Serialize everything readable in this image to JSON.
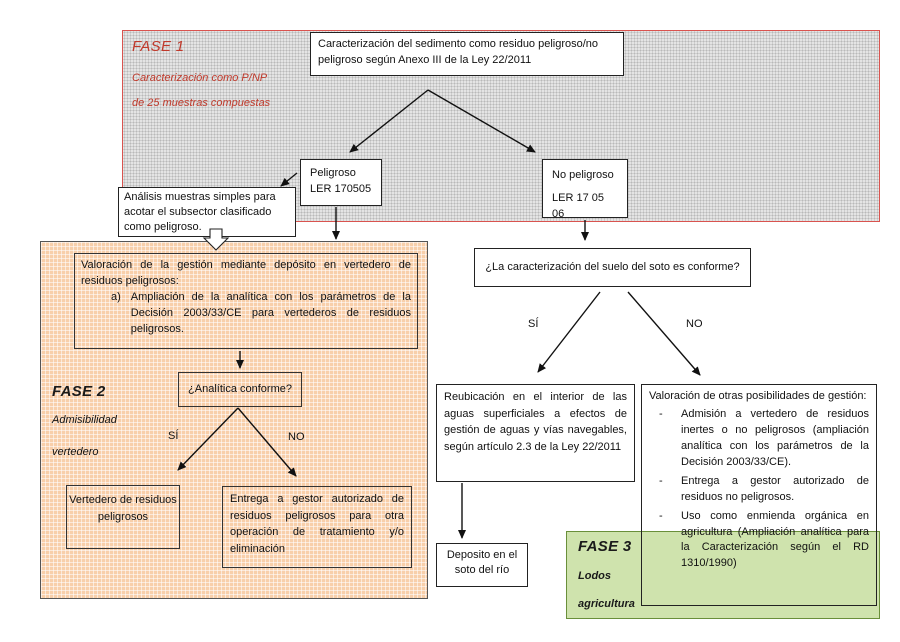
{
  "fase1": {
    "title": "FASE 1",
    "subtitle1": "Caracterización como P/NP",
    "subtitle2": "de 25 muestras compuestas",
    "main_box": "Caracterización del sedimento como residuo peligroso/no peligroso según Anexo III de la Ley 22/2011",
    "peligroso_line1": "Peligroso",
    "peligroso_line2": "LER 170505",
    "no_peligroso_line1": "No peligroso",
    "no_peligroso_line2": "LER 17 05 06"
  },
  "callout": "Análisis muestras simples para acotar el subsector clasificado como peligroso.",
  "fase2": {
    "title": "FASE 2",
    "subtitle1": "Admisibilidad",
    "subtitle2": "vertedero",
    "valoracion_intro": "Valoración de la gestión mediante depósito en vertedero de residuos peligrosos:",
    "valoracion_item_marker": "a)",
    "valoracion_item": "Ampliación de la analítica con los parámetros de la Decisión 2003/33/CE para vertederos de residuos peligrosos.",
    "question": "¿Analítica conforme?",
    "yes_label": "SÍ",
    "no_label": "NO",
    "vertedero_box": "Vertedero de residuos peligrosos",
    "gestor_box": "Entrega a gestor autorizado de residuos peligrosos para otra operación de tratamiento y/o eliminación"
  },
  "right": {
    "question": "¿La caracterización del suelo del soto es conforme?",
    "yes_label": "SÍ",
    "no_label": "NO",
    "reubicacion_box": "Reubicación en el interior de las aguas superficiales a efectos de gestión de aguas y vías navegables, según artículo 2.3 de la Ley 22/2011",
    "deposito_box": "Deposito en el soto del río",
    "valoracion_intro": "Valoración de otras posibilidades de gestión:",
    "valoracion_items": [
      "Admisión a vertedero de residuos inertes o no peligrosos (ampliación analítica con los parámetros de la Decisión 2003/33/CE).",
      "Entrega a gestor autorizado de residuos no peligrosos.",
      "Uso como enmienda orgánica en agricultura (Ampliación analítica para la Caracterización según el RD 1310/1990)"
    ]
  },
  "fase3": {
    "title": "FASE 3",
    "subtitle1": "Lodos",
    "subtitle2": "agricultura"
  },
  "colors": {
    "fase1_border": "#d9534f",
    "fase1_text": "#c0392b",
    "fase2_fill": "#f8cfaa",
    "fase3_fill": "#cfe3ad",
    "fase3_border": "#6a8f3a"
  }
}
